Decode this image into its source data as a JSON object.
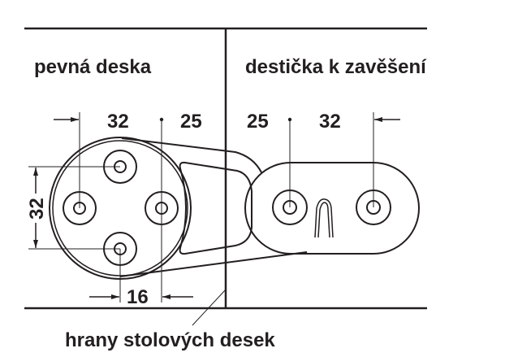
{
  "labels": {
    "left_panel": "pevná deska",
    "right_panel": "destička k zavěšení",
    "edges": "hrany stolových desek"
  },
  "dimensions": {
    "top_left_spacing": "32",
    "top_left_offset": "25",
    "top_right_offset": "25",
    "top_right_spacing": "32",
    "vertical_spacing": "32",
    "bottom_offset": "16"
  },
  "colors": {
    "ink": "#231f20",
    "background": "#ffffff"
  }
}
